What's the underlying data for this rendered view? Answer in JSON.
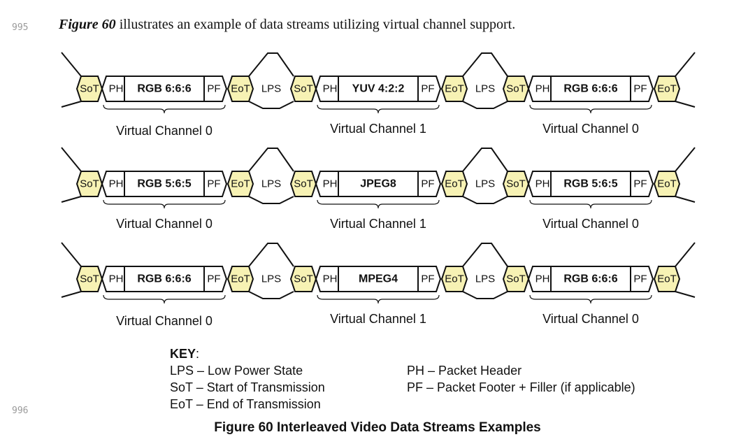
{
  "page": {
    "line_numbers": [
      "995",
      "996"
    ],
    "intro_figure_ref": "Figure 60",
    "intro_text": " illustrates an example of data streams utilizing virtual channel support."
  },
  "colors": {
    "sot_eot_fill": "#f7f2b4",
    "stroke": "#111111",
    "box_fill": "#ffffff"
  },
  "labels": {
    "sot": "SoT",
    "eot": "EoT",
    "lps": "LPS",
    "ph": "PH",
    "pf": "PF"
  },
  "streams": [
    {
      "packets": [
        {
          "payload": "RGB 6:6:6",
          "channel": "Virtual Channel 0"
        },
        {
          "payload": "YUV 4:2:2",
          "channel": "Virtual Channel 1"
        },
        {
          "payload": "RGB 6:6:6",
          "channel": "Virtual Channel 0"
        }
      ]
    },
    {
      "packets": [
        {
          "payload": "RGB 5:6:5",
          "channel": "Virtual Channel 0"
        },
        {
          "payload": "JPEG8",
          "channel": "Virtual Channel 1"
        },
        {
          "payload": "RGB 5:6:5",
          "channel": "Virtual Channel 0"
        }
      ]
    },
    {
      "packets": [
        {
          "payload": "RGB 6:6:6",
          "channel": "Virtual Channel 0"
        },
        {
          "payload": "MPEG4",
          "channel": "Virtual Channel 1"
        },
        {
          "payload": "RGB 6:6:6",
          "channel": "Virtual Channel 0"
        }
      ]
    }
  ],
  "key": {
    "title": "KEY",
    "colon": ":",
    "left": [
      "LPS – Low Power State",
      "SoT – Start of Transmission",
      "EoT – End of Transmission"
    ],
    "right": [
      "PH – Packet Header",
      "PF – Packet Footer + Filler (if applicable)"
    ]
  },
  "caption": "Figure 60 Interleaved Video Data Streams Examples"
}
